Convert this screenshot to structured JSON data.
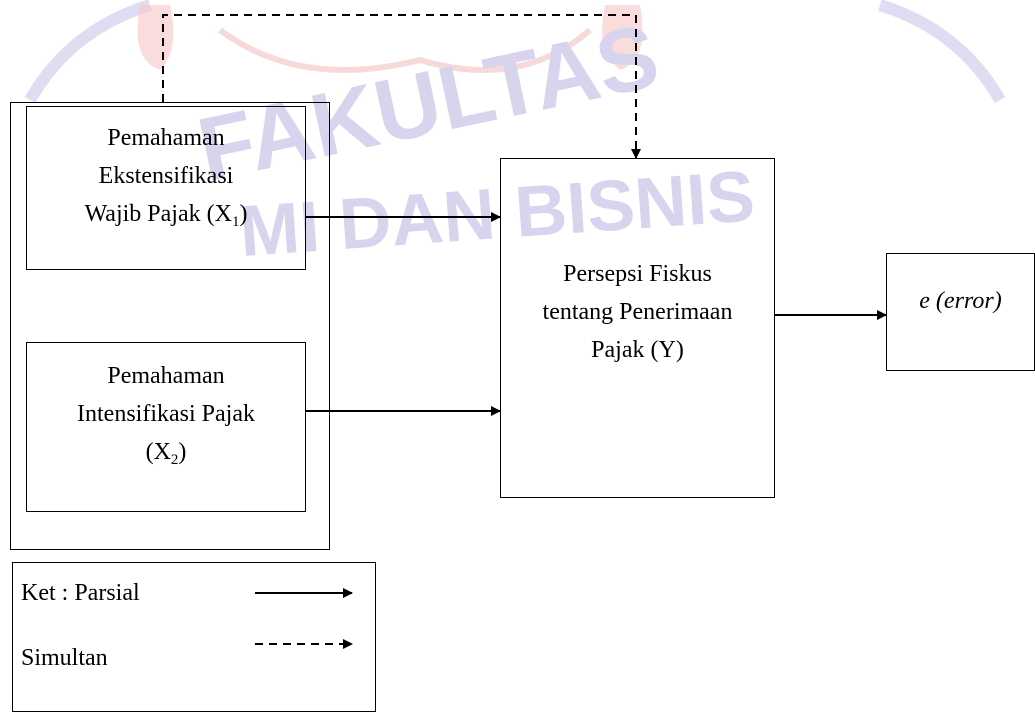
{
  "watermark": {
    "text_1": "FAKULTAS",
    "text_2": "MI DAN BISNIS",
    "color": "#c9c2e8",
    "accent_color": "#f4b8b8"
  },
  "boxes": {
    "x1": {
      "line1": "Pemahaman",
      "line2": "Ekstensifikasi",
      "line3": "Wajib Pajak (X",
      "sub": "1",
      "line3_end": ")"
    },
    "x2": {
      "line1": "Pemahaman",
      "line2": "Intensifikasi Pajak",
      "line3": "(X",
      "sub": "2",
      "line3_end": ")"
    },
    "y": {
      "line1": "Persepsi Fiskus",
      "line2": "tentang Penerimaan",
      "line3": "Pajak (Y)"
    },
    "error": {
      "label": "e (error)"
    }
  },
  "legend": {
    "parsial": "Ket : Parsial",
    "simultan": "Simultan"
  }
}
